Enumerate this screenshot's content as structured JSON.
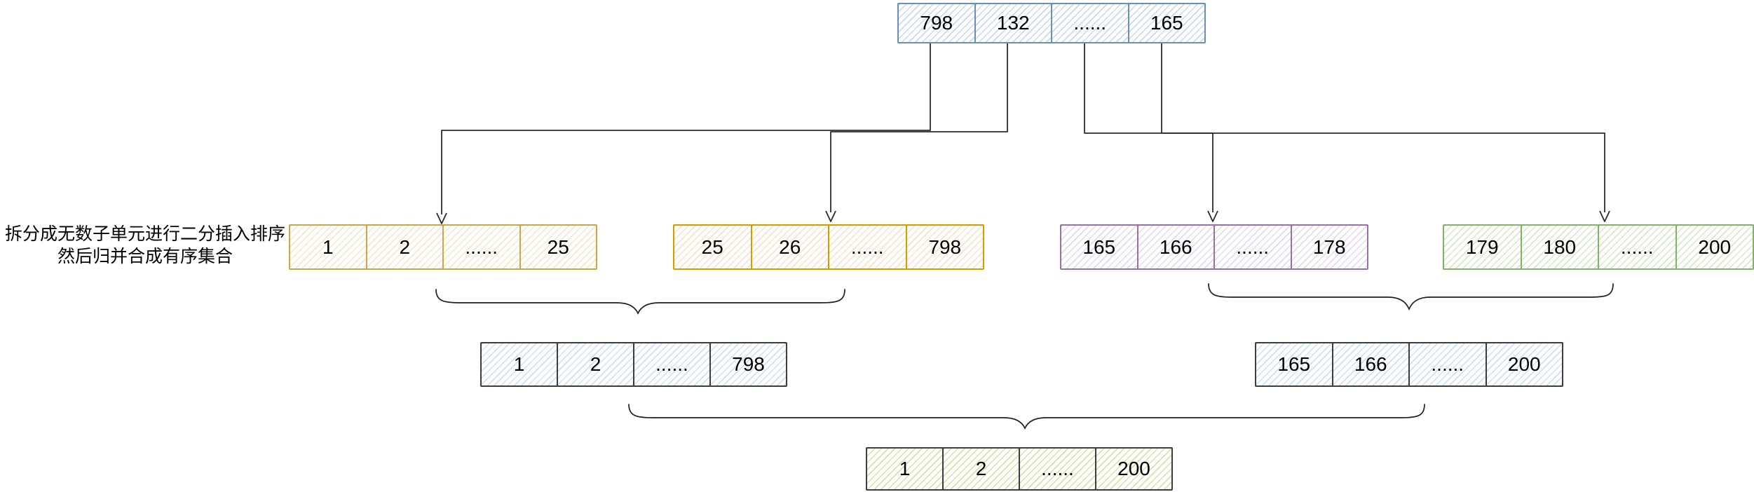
{
  "annotation": {
    "line1": "拆分成无数子单元进行二分插入排序",
    "line2": "然后归并合成有序集合"
  },
  "arrays": [
    {
      "id": "source",
      "name": "source-array-row",
      "cells": [
        "798",
        "132",
        "......",
        "165"
      ],
      "border": "#6c8ebf",
      "hatch": "#c9daf0"
    },
    {
      "id": "run-1",
      "name": "run-1-row",
      "cells": [
        "1",
        "2",
        "......",
        "25"
      ],
      "border": "#c9a845",
      "hatch": "#f2e9cd"
    },
    {
      "id": "run-2",
      "name": "run-2-row",
      "cells": [
        "25",
        "26",
        "......",
        "798"
      ],
      "border": "#d79b00",
      "hatch": "#f8e3c8"
    },
    {
      "id": "run-3",
      "name": "run-3-row",
      "cells": [
        "165",
        "166",
        "......",
        "178"
      ],
      "border": "#9673a6",
      "hatch": "#e4daec"
    },
    {
      "id": "run-4",
      "name": "run-4-row",
      "cells": [
        "179",
        "180",
        "......",
        "200"
      ],
      "border": "#82b366",
      "hatch": "#d7e8ca"
    },
    {
      "id": "merged-left",
      "name": "merged-left-row",
      "cells": [
        "1",
        "2",
        "......",
        "798"
      ],
      "border": "#3d3d3d",
      "hatch": "#cfe0f2"
    },
    {
      "id": "merged-right",
      "name": "merged-right-row",
      "cells": [
        "165",
        "166",
        "......",
        "200"
      ],
      "border": "#3d3d3d",
      "hatch": "#cfe0f2"
    },
    {
      "id": "final",
      "name": "final-array-row",
      "cells": [
        "1",
        "2",
        "......",
        "200"
      ],
      "border": "#3d3d3d",
      "hatch": "#d3e3ab"
    }
  ],
  "colors": {
    "connector": "#2b2b2b",
    "text": "#000000",
    "background": "#ffffff"
  }
}
